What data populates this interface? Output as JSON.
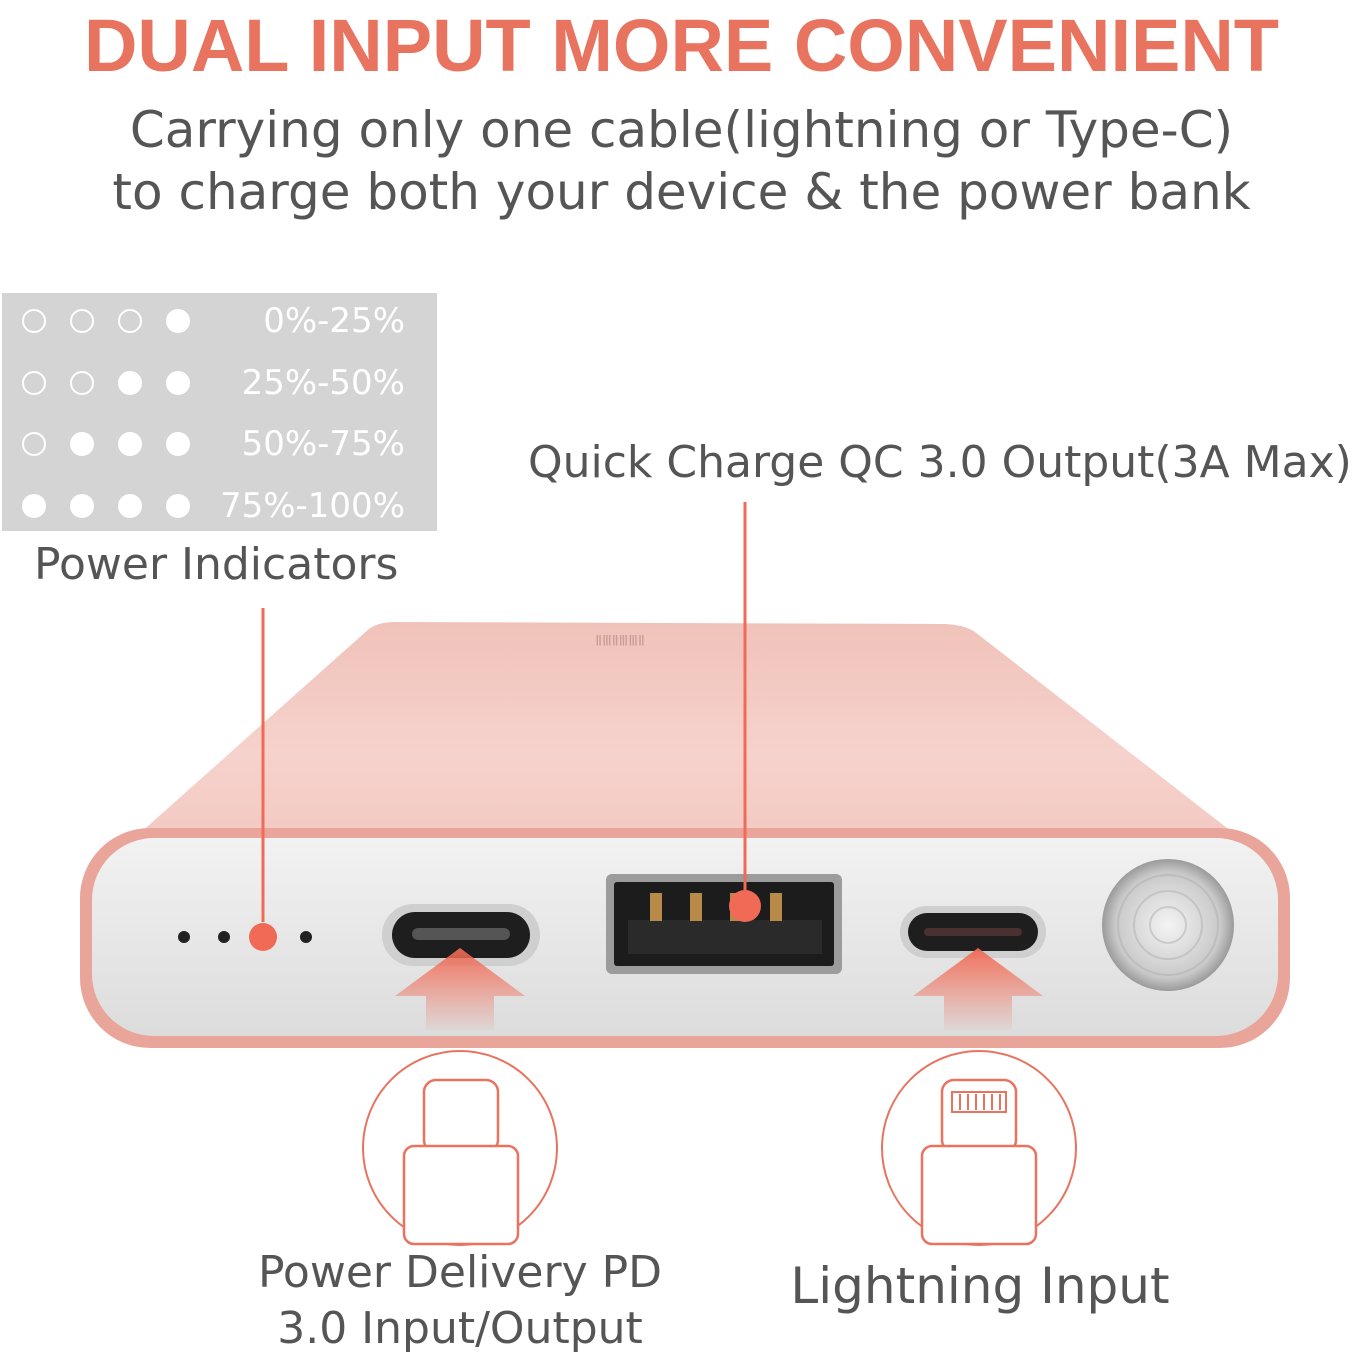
{
  "headline": "DUAL INPUT MORE CONVENIENT",
  "subheadline": {
    "line1": "Carrying only one cable(lightning or Type-C)",
    "line2": "to charge both your device & the power bank"
  },
  "power_indicators": {
    "title": "Power Indicators",
    "rows": [
      {
        "label": "0%-25%",
        "lit": 1
      },
      {
        "label": "25%-50%",
        "lit": 2
      },
      {
        "label": "50%-75%",
        "lit": 3
      },
      {
        "label": "75%-100%",
        "lit": 4
      }
    ]
  },
  "ports": {
    "qc_output": "Quick Charge QC 3.0 Output(3A Max)",
    "pd_line1": "Power Delivery PD",
    "pd_line2": "3.0 Input/Output",
    "lightning": "Lightning Input"
  },
  "colors": {
    "accent": "#e8735f",
    "text": "#555555",
    "rose_gold": "#f2c4bd",
    "panel": "#d4d4d4"
  },
  "icons": [
    "usb-c-cable-icon",
    "lightning-cable-icon",
    "up-arrow-icon",
    "power-button-icon"
  ]
}
